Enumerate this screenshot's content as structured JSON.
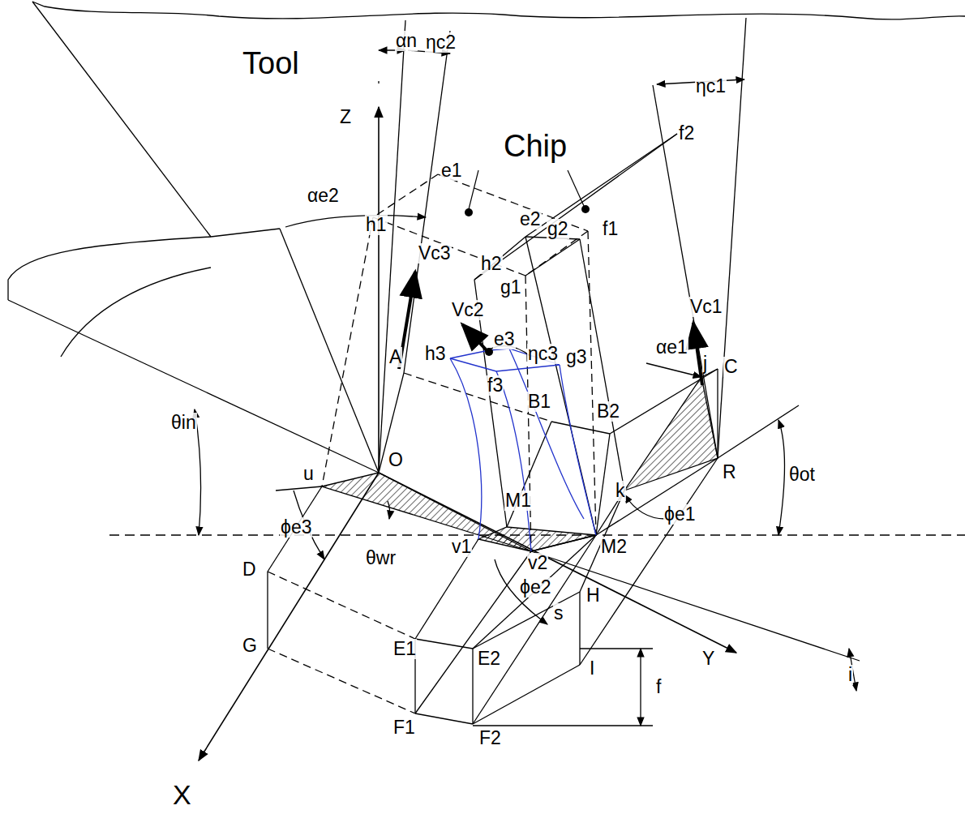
{
  "diagram": {
    "labels": [
      "Tool",
      "αn",
      "ηc2",
      "ηc1",
      "Z",
      "Chip",
      "f2",
      "e1",
      "αe2",
      "h1",
      "e2",
      "g2",
      "f1",
      "Vc3",
      "h2",
      "g1",
      "Vc2",
      "Vc1",
      "A",
      "h3",
      "e3",
      "ηc3",
      "g3",
      "αe1",
      "j",
      "C",
      "f3",
      "B1",
      "B2",
      "θin",
      "O",
      "u",
      "R",
      "θot",
      "k",
      "M1",
      "ϕe1",
      "ϕe3",
      "v1",
      "v2",
      "M2",
      "θwr",
      "D",
      "ϕe2",
      "H",
      "s",
      "G",
      "E1",
      "E2",
      "I",
      "Y",
      "f",
      "i",
      "F1",
      "F2",
      "X"
    ]
  }
}
